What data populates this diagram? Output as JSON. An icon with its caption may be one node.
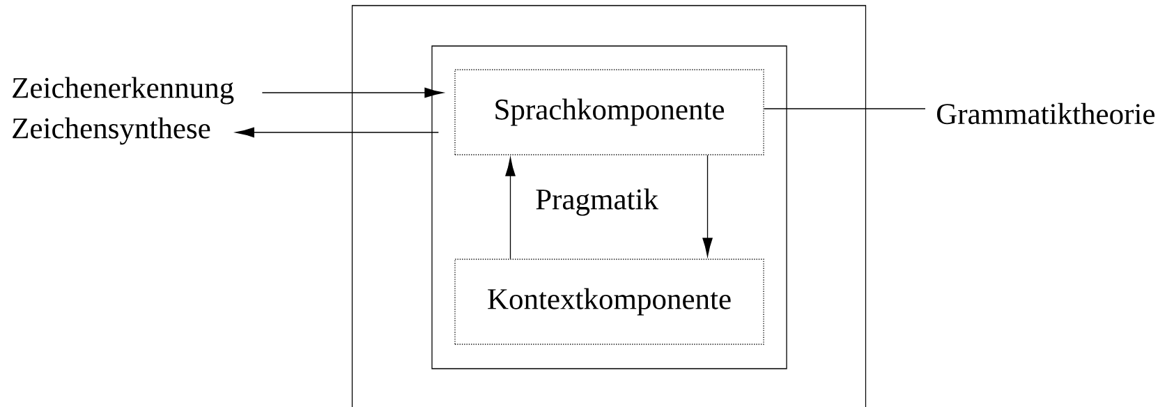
{
  "diagram": {
    "nodes": [
      {
        "text": [],
        "shape": "box"
      },
      {
        "text": [],
        "shape": "box",
        "in": 0
      },
      {
        "text": [
          "Sprachkomponente"
        ],
        "in": 1
      },
      {
        "text": [
          "Kontextkomponente"
        ],
        "in": 1
      },
      {
        "text": [
          "Zeichenerkennung"
        ]
      },
      {
        "text": [
          "Zeichensynthese"
        ]
      },
      {
        "text": [
          "Grammatiktheorie"
        ]
      }
    ],
    "edges": [
      {
        "from": 4,
        "to": 2,
        "arrow": "to"
      },
      {
        "from": 2,
        "to": 5,
        "arrow": "to"
      },
      {
        "from": 2,
        "to": 6,
        "arrow": "none"
      },
      {
        "from": 3,
        "to": 2,
        "arrow": "to"
      },
      {
        "from": 2,
        "to": 3,
        "arrow": "to"
      }
    ],
    "labels": [
      "Pragmatik"
    ]
  }
}
